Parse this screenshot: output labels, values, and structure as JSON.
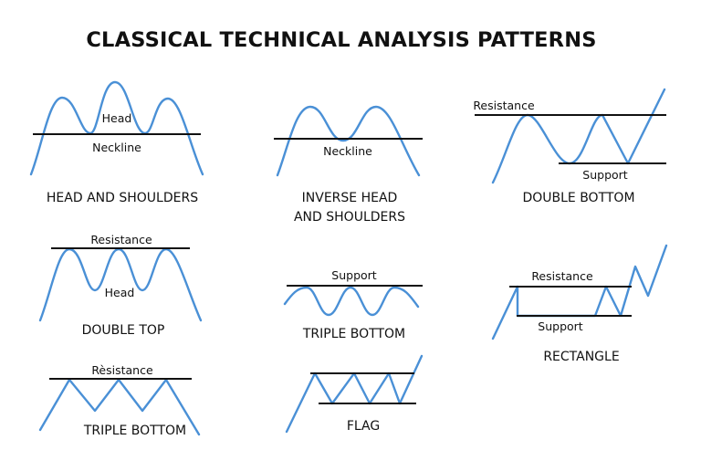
{
  "title": "CLASSICAL TECHNICAL ANALYSIS PATTERNS",
  "colors": {
    "curve": "#4a90d6",
    "line": "#111111",
    "background": "#ffffff"
  },
  "patterns": {
    "head_shoulders": {
      "title": "HEAD AND SHOULDERS",
      "label_head": "Head",
      "label_neckline": "Neckline"
    },
    "inverse_hs": {
      "title_line1": "INVERSE HEAD",
      "title_line2": "AND SHOULDERS",
      "label_neckline": "Neckline"
    },
    "double_bottom": {
      "title": "DOUBLE BOTTOM",
      "label_resistance": "Resistance",
      "label_support": "Support"
    },
    "double_top": {
      "title": "DOUBLE TOP",
      "label_resistance": "Resistance",
      "label_head": "Head"
    },
    "triple_bottom_mid": {
      "title": "TRIPLE BOTTOM",
      "label_support": "Support"
    },
    "rectangle": {
      "title": "RECTANGLE",
      "label_resistance": "Resistance",
      "label_support": "Support"
    },
    "triple_bottom_left": {
      "title": "TRIPLE BOTTOM",
      "label_resistance": "Rèsistance"
    },
    "flag": {
      "title": "FLAG"
    }
  }
}
